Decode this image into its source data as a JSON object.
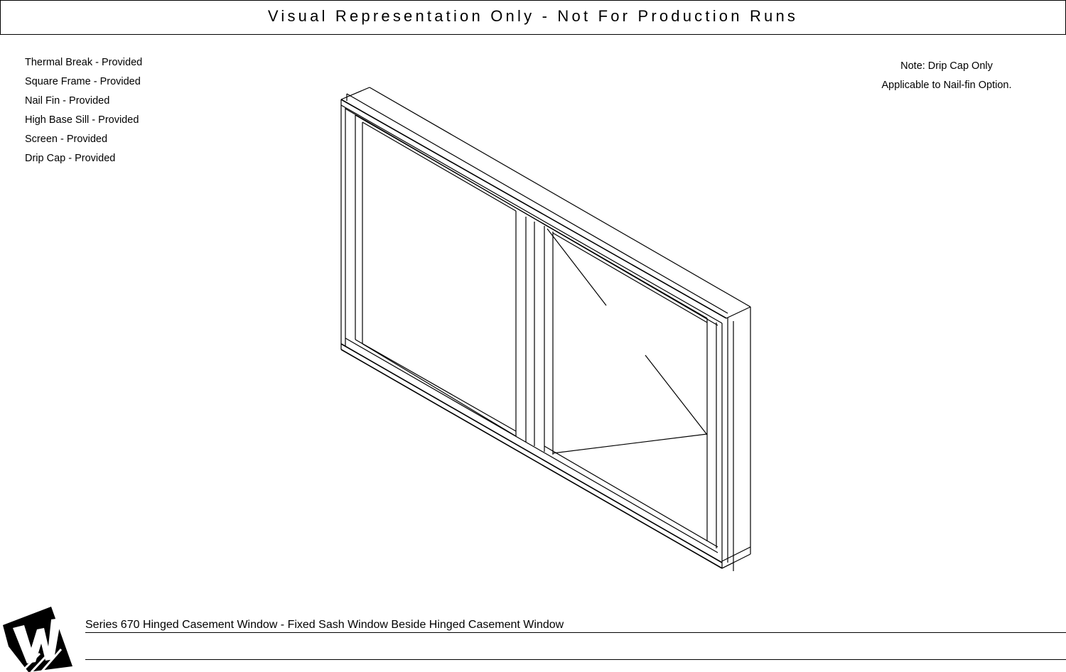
{
  "banner": "Visual Representation Only - Not For Production Runs",
  "options": [
    "Thermal Break - Provided",
    "Square Frame - Provided",
    "Nail Fin - Provided",
    "High Base Sill - Provided",
    "Screen - Provided",
    "Drip Cap - Provided"
  ],
  "note": {
    "line1": "Note: Drip Cap Only",
    "line2": "Applicable to Nail-fin Option."
  },
  "caption": "Series 670 Hinged Casement Window - Fixed Sash Window Beside Hinged Casement Window",
  "logo": {
    "letter": "W"
  }
}
